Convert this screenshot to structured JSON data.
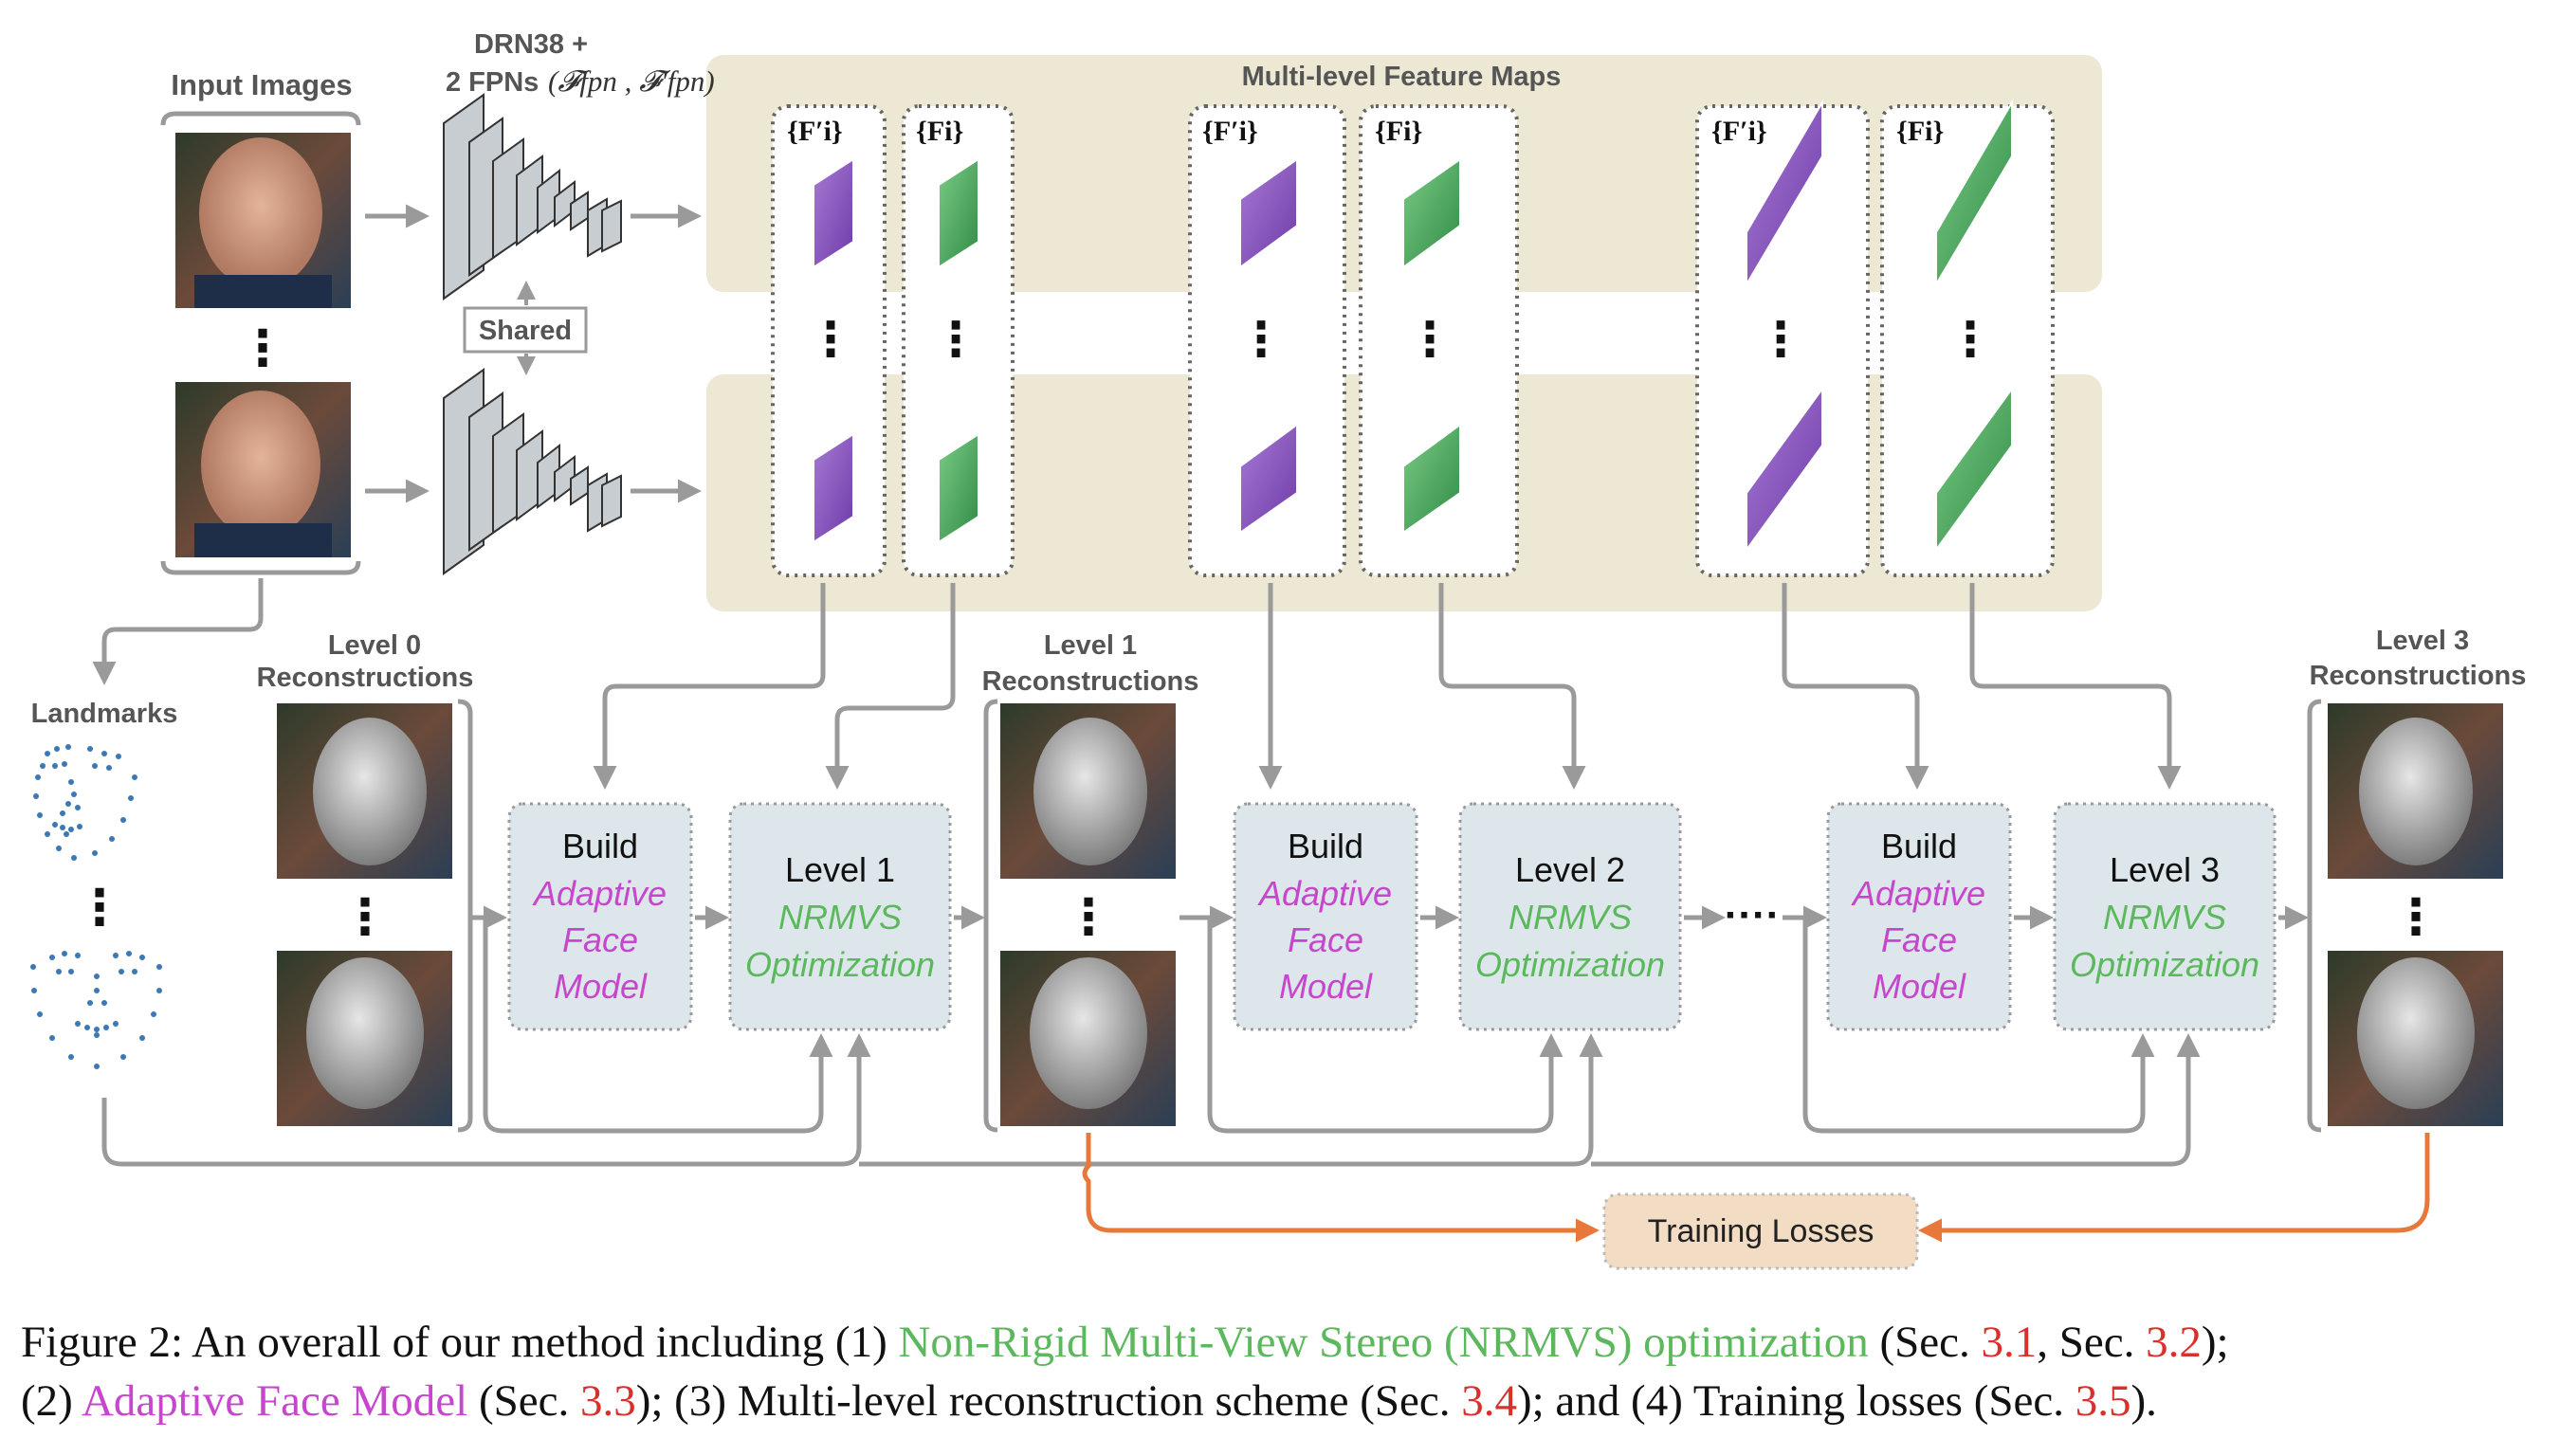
{
  "labels": {
    "input_images": "Input Images",
    "backbone_line1": "DRN38 +",
    "backbone_line2": "2 FPNs",
    "backbone_math": "(𝓕fpn , 𝓕′fpn)",
    "shared": "Shared",
    "feature_maps": "Multi-level Feature Maps",
    "feat_prime": "{F′i}",
    "feat_plain": "{Fi}",
    "landmarks": "Landmarks",
    "level0_line1": "Level 0",
    "level0_line2": "Reconstructions",
    "level1_line1": "Level 1",
    "level1_line2": "Reconstructions",
    "level3_line1": "Level 3",
    "level3_line2": "Reconstructions",
    "build": "Build",
    "adaptive": "Adaptive",
    "face": "Face",
    "model": "Model",
    "level1": "Level 1",
    "level2": "Level 2",
    "level3": "Level 3",
    "nrmvs": "NRMVS",
    "optimization": "Optimization",
    "training_losses": "Training Losses",
    "dots": "⋮",
    "hdots": "····"
  },
  "caption": {
    "p1": "Figure 2: An overall of our method including (1) ",
    "g1": "Non-Rigid Multi-View Stereo (NRMVS) optimization",
    "p2": " (Sec. ",
    "r1": "3.1",
    "p3": ", Sec. ",
    "r2": "3.2",
    "p4": ");",
    "p5": "(2) ",
    "m1": "Adaptive Face Model",
    "p6": " (Sec. ",
    "r3": "3.3",
    "p7": "); (3) Multi-level reconstruction scheme (Sec. ",
    "r4": "3.4",
    "p8": "); and (4) Training losses (Sec. ",
    "r5": "3.5",
    "p9": ")."
  },
  "colors": {
    "green": "#5cb85c",
    "magenta": "#c646cc",
    "link_red": "#d9302c",
    "orange_arrow": "#e8783a",
    "panel_beige": "#ece8d3",
    "box_blue": "#dde7eb",
    "loss_box": "#f3dcc4",
    "connector_gray": "#9a9a9a"
  }
}
